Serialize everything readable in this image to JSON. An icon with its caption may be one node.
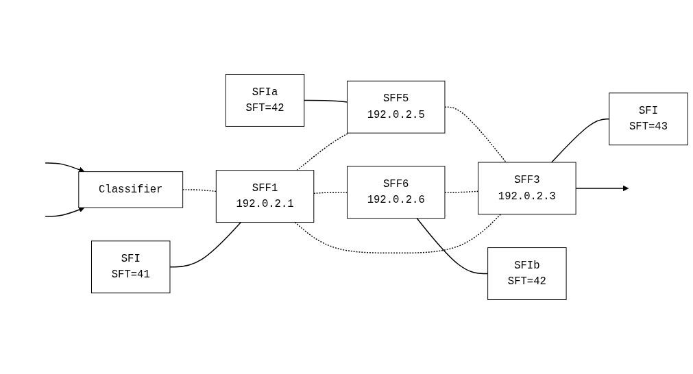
{
  "diagram": {
    "nodes": [
      {
        "text": [
          "SFIa",
          "SFT=42"
        ]
      },
      {
        "text": [
          "SFI",
          "SFT=41"
        ]
      },
      {
        "text": [
          "SFF5",
          "192.0.2.5"
        ]
      },
      {
        "text": [
          "Classifier"
        ]
      },
      {
        "text": [
          "SFF1",
          "192.0.2.1"
        ]
      },
      {
        "text": [
          "SFF6",
          "192.0.2.6"
        ]
      },
      {
        "text": [
          "SFF3",
          "192.0.2.3"
        ]
      },
      {
        "text": [
          "SFI",
          "SFT=43"
        ]
      },
      {
        "text": [
          "SFIb",
          "SFT=42"
        ]
      }
    ],
    "edges": [
      {
        "from": null,
        "to": 3,
        "arrow": "to"
      },
      {
        "from": null,
        "to": 3,
        "arrow": "to"
      },
      {
        "from": 3,
        "to": 4,
        "arrow": "none",
        "style": "dashed"
      },
      {
        "from": 1,
        "to": 4,
        "arrow": "none"
      },
      {
        "from": 0,
        "to": 2,
        "arrow": "none"
      },
      {
        "from": 4,
        "to": 2,
        "arrow": "none",
        "style": "dashed"
      },
      {
        "from": 4,
        "to": 5,
        "arrow": "none",
        "style": "dashed"
      },
      {
        "from": 2,
        "to": 6,
        "arrow": "none",
        "style": "dashed"
      },
      {
        "from": 5,
        "to": 6,
        "arrow": "none",
        "style": "dashed"
      },
      {
        "from": 5,
        "to": 8,
        "arrow": "none"
      },
      {
        "from": 6,
        "to": 7,
        "arrow": "none"
      },
      {
        "from": 6,
        "to": null,
        "arrow": "to"
      },
      {
        "from": 4,
        "to": 6,
        "arrow": "none",
        "style": "dashed"
      }
    ]
  }
}
